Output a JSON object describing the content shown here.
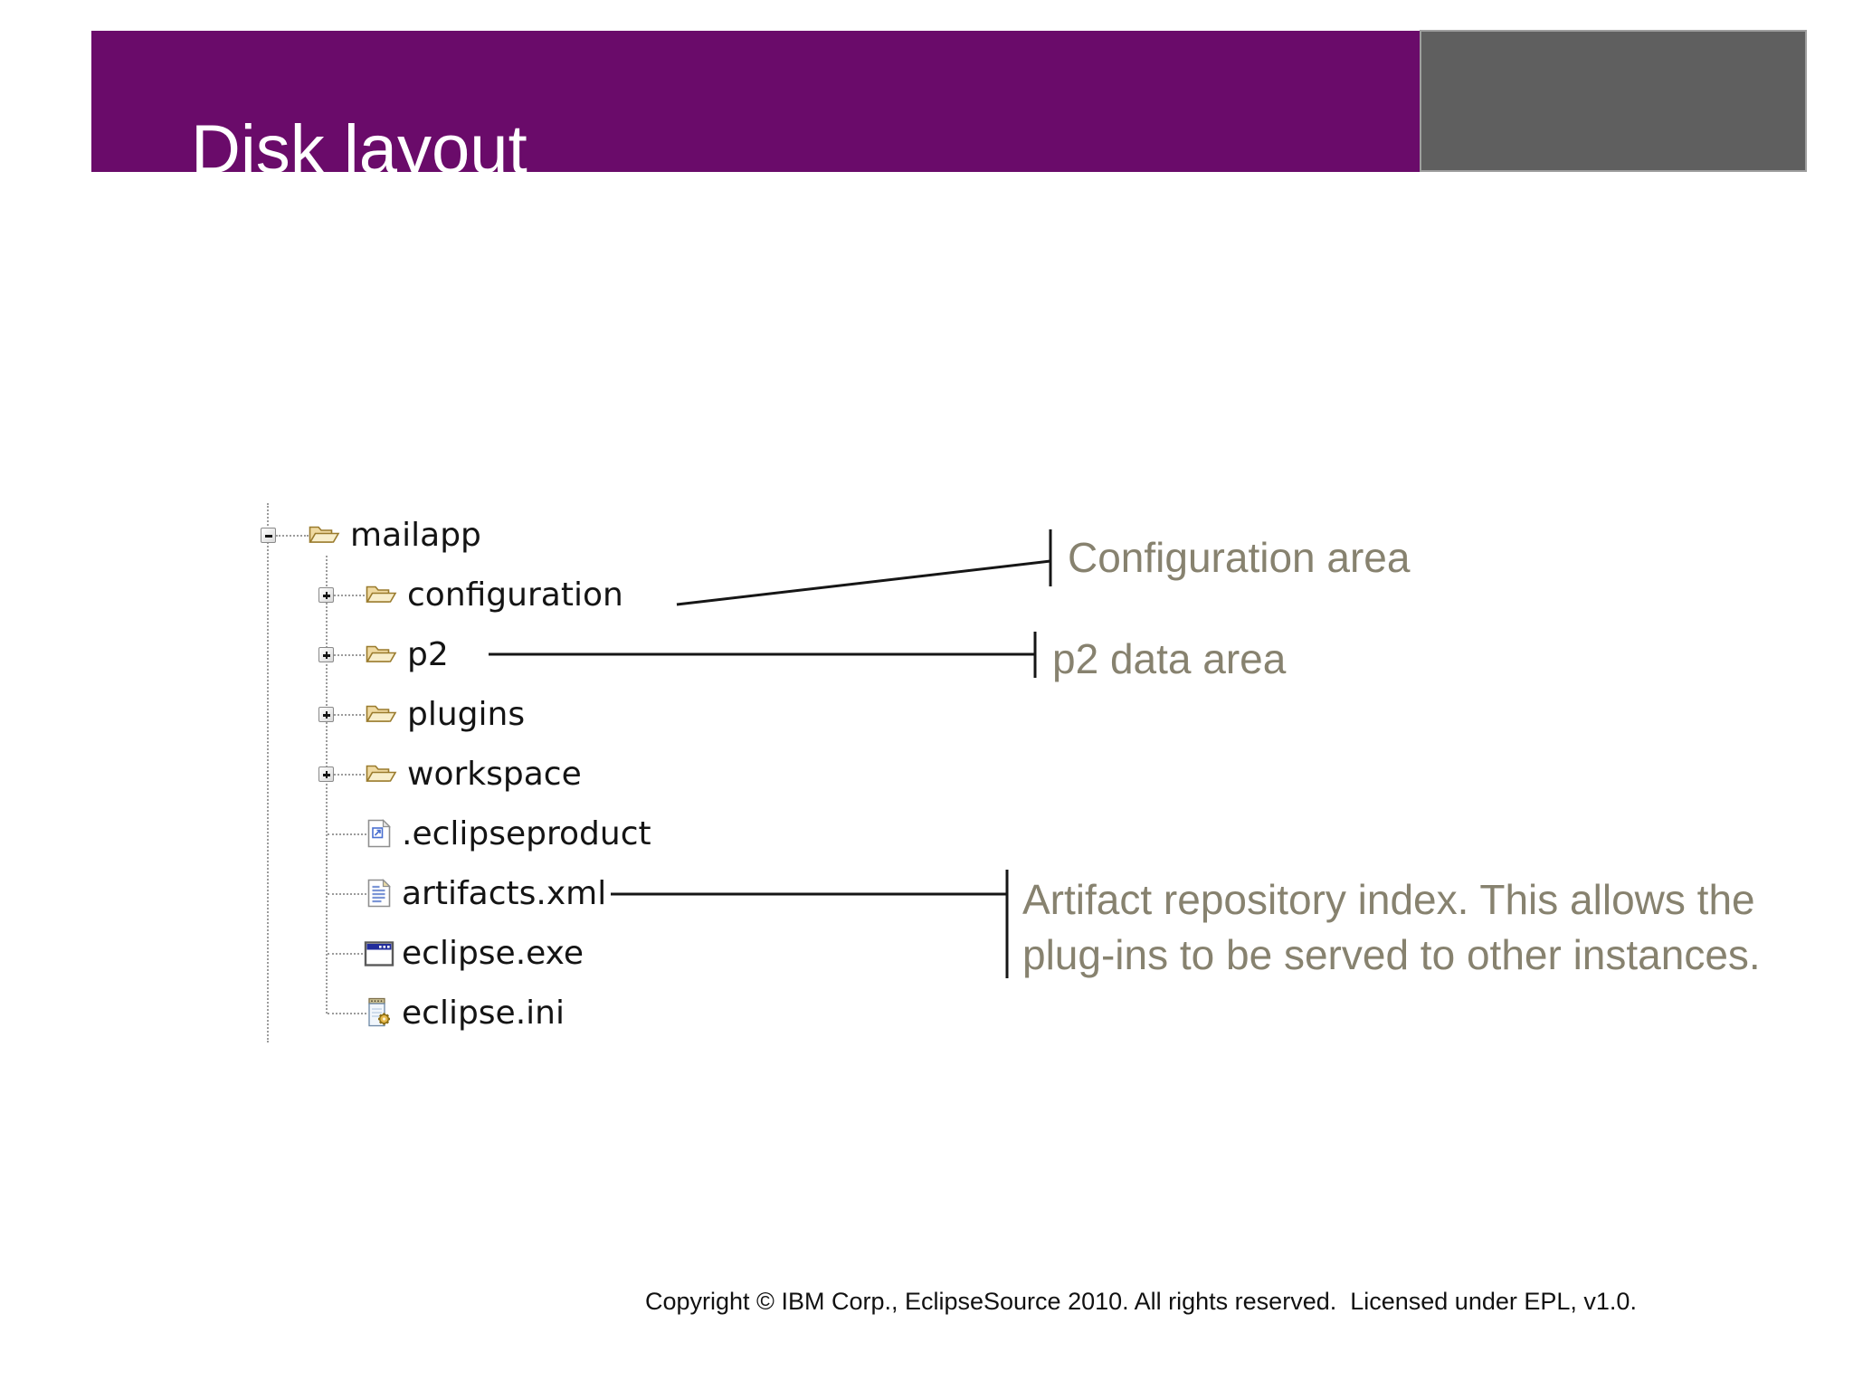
{
  "slide": {
    "title": "Disk layout",
    "colors": {
      "header_bar": "#6A0B6A",
      "header_accent_box": "#5F5F5F",
      "annotation_text": "#87826F",
      "tree_text": "#141414",
      "folder_fill": "#F8EECB",
      "connector_line": "#161616"
    }
  },
  "tree": {
    "items": [
      {
        "label": "mailapp",
        "icon": "open-folder-icon",
        "expander": "minus",
        "level": 0
      },
      {
        "label": "configuration",
        "icon": "open-folder-icon",
        "expander": "plus",
        "level": 1
      },
      {
        "label": "p2",
        "icon": "open-folder-icon",
        "expander": "plus",
        "level": 1
      },
      {
        "label": "plugins",
        "icon": "open-folder-icon",
        "expander": "plus",
        "level": 1
      },
      {
        "label": "workspace",
        "icon": "open-folder-icon",
        "expander": "plus",
        "level": 1
      },
      {
        "label": ".eclipseproduct",
        "icon": "product-file-icon",
        "expander": null,
        "level": 1
      },
      {
        "label": "artifacts.xml",
        "icon": "xml-file-icon",
        "expander": null,
        "level": 1
      },
      {
        "label": "eclipse.exe",
        "icon": "application-file-icon",
        "expander": null,
        "level": 1
      },
      {
        "label": "eclipse.ini",
        "icon": "ini-file-icon",
        "expander": null,
        "level": 1
      }
    ]
  },
  "annotations": [
    {
      "target": "configuration",
      "lines": [
        "Configuration area"
      ]
    },
    {
      "target": "p2",
      "lines": [
        "p2 data area"
      ]
    },
    {
      "target": "artifacts.xml",
      "lines": [
        "Artifact repository index. This allows the",
        "plug-ins to be served to other instances."
      ]
    }
  ],
  "footer": {
    "copyright": "Copyright © IBM Corp., EclipseSource 2010. All rights reserved.  Licensed under EPL, v1.0."
  }
}
